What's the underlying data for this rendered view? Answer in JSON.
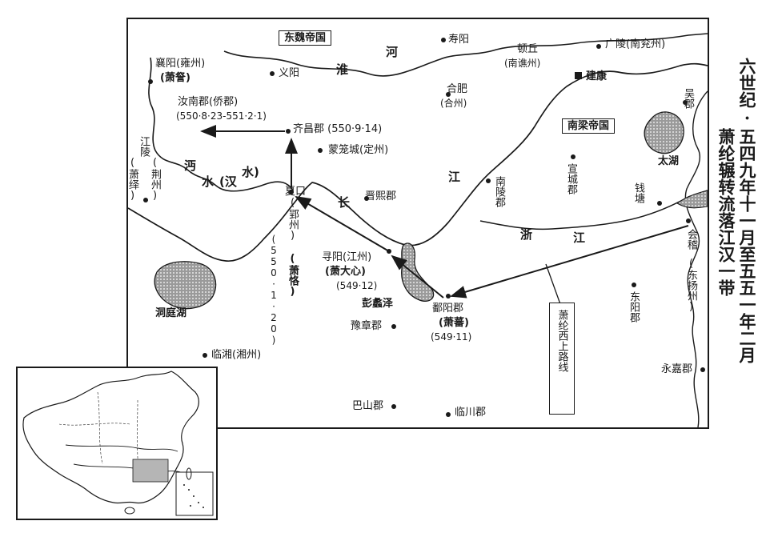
{
  "title": {
    "line1": "六世纪·五四九年十一月至五五一年二月",
    "line2": "萧纶辗转流落江汉一带"
  },
  "regions": {
    "east_wei": "东魏帝国",
    "south_liang": "南梁帝国"
  },
  "rivers": {
    "huai": [
      "淮",
      "河"
    ],
    "mian": [
      "沔",
      "水",
      "(汉",
      "水)"
    ],
    "yangtze": [
      "长",
      "江"
    ],
    "zhe": [
      "浙",
      "江"
    ]
  },
  "lakes": {
    "dongting": "洞庭湖",
    "poyang": "彭蠡泽",
    "taihu": "太湖"
  },
  "places": {
    "xiangyang": "襄阳(雍州)",
    "xiangyang_ruler": "(萧詧)",
    "yiyang": "义阳",
    "shouyang": "寿阳",
    "dunqiu": "顿丘",
    "dunqiu_sub": "(南谯州)",
    "guangling": "广陵(南兖州)",
    "jiankang": "建康",
    "hefei": "合肥",
    "hefei_sub": "(合州)",
    "wujun": "吴郡",
    "runan": "汝南郡(侨郡)",
    "runan_date": "(550·8·23-551·2·1)",
    "qichang": "齐昌郡 (550·9·14)",
    "menglong": "蒙笼城(定州)",
    "jiangling": "江陵",
    "jiangling_sub": "(荆州)",
    "jiangling_ruler": "(萧绎)",
    "jinxi": "晋熙郡",
    "nanling": "南陵郡",
    "xuancheng": "宣城郡",
    "qiantang": "钱塘",
    "xiakou": "夏口",
    "xiakou_sub": "(郢州)",
    "xiakou_date": "(550·1·20)",
    "xiakou_ruler": "(萧恪)",
    "xunyang": "寻阳(江州)",
    "xunyang_ruler": "(萧大心)",
    "xunyang_date": "(549·12)",
    "kuaiji": "会稽",
    "kuaiji_sub": "(东扬州)",
    "poyangjun": "鄱阳郡",
    "poyangjun_ruler": "(萧蕃)",
    "poyangjun_date": "(549·11)",
    "yuzhang": "豫章郡",
    "dongyang": "东阳郡",
    "linxiang": "临湘(湘州)",
    "yongjia": "永嘉郡",
    "bashan": "巴山郡",
    "linchuan": "临川郡"
  },
  "route_note": "萧纶西上路线",
  "colors": {
    "ink": "#1a1a1a",
    "lake_fill": "#8f8f8f",
    "inset_highlight": "#b5b5b5"
  }
}
